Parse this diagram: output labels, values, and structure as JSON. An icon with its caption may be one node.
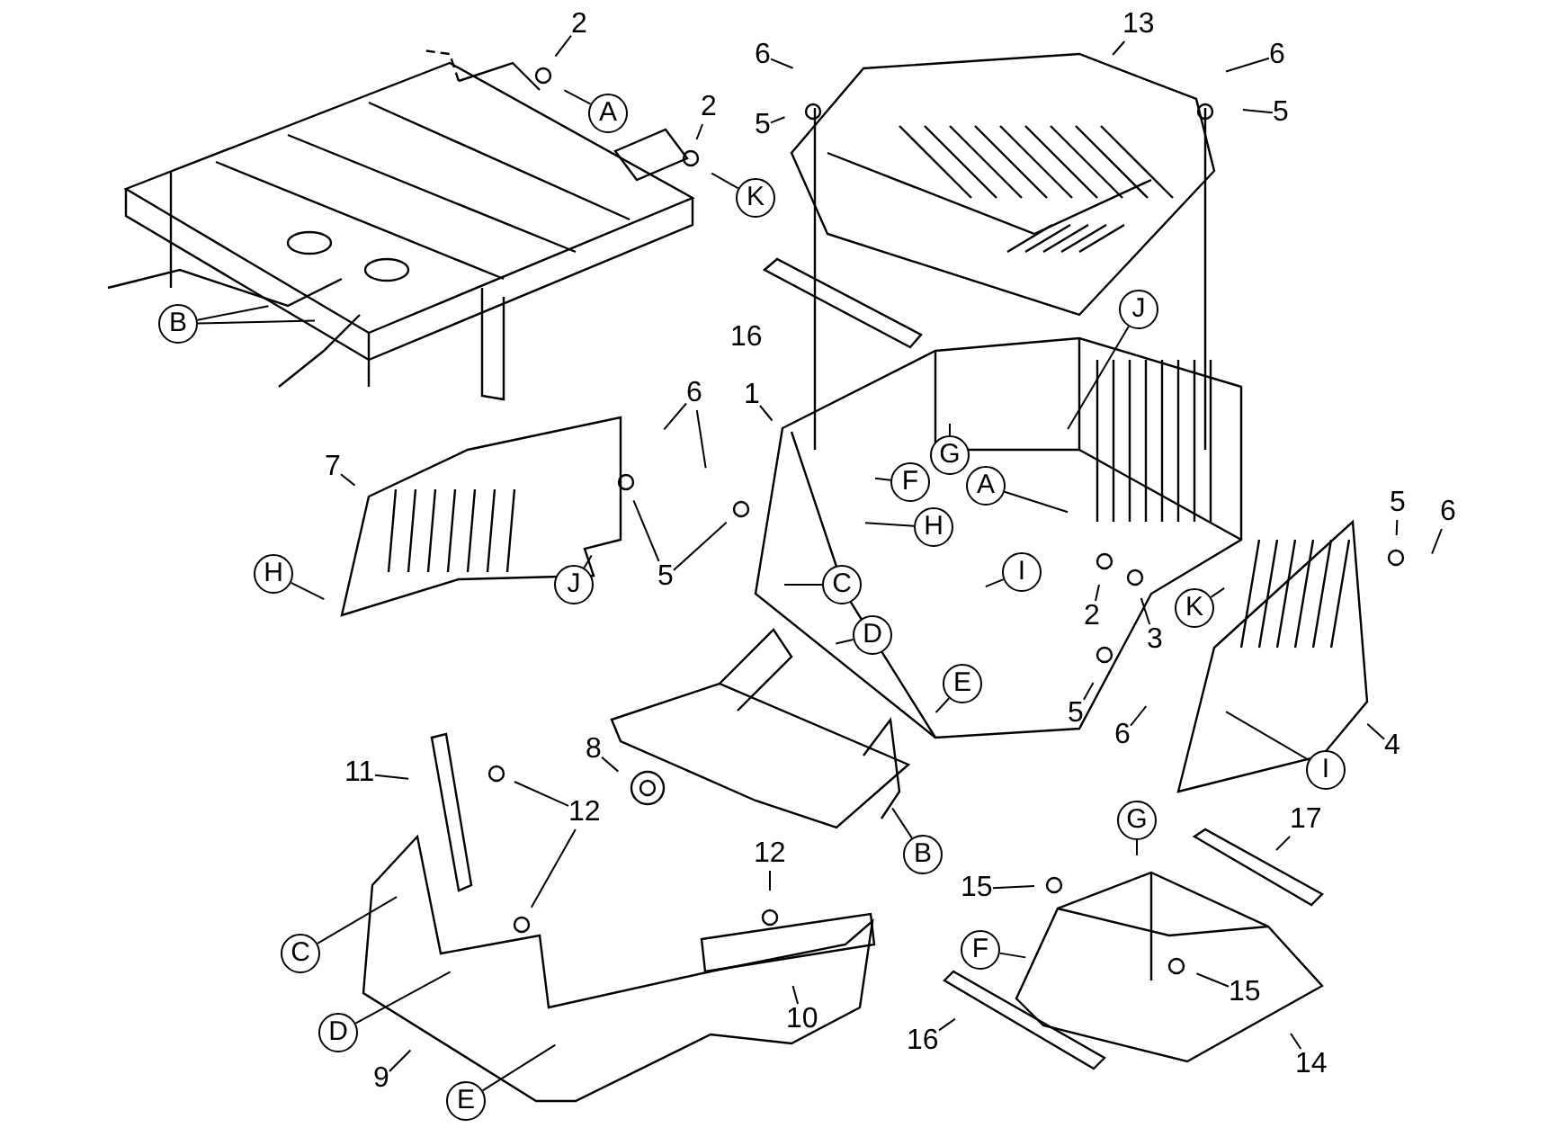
{
  "diagram": {
    "nodes": [
      {
        "text": [
          "2"
        ]
      },
      {
        "text": [
          "13"
        ]
      },
      {
        "text": [
          "6"
        ]
      },
      {
        "text": [
          "6"
        ]
      },
      {
        "text": [
          "A"
        ]
      },
      {
        "text": [
          "2"
        ]
      },
      {
        "text": [
          "5"
        ]
      },
      {
        "text": [
          "5"
        ]
      },
      {
        "text": [
          "K"
        ]
      },
      {
        "text": [
          "J"
        ]
      },
      {
        "text": [
          "B"
        ]
      },
      {
        "text": [
          "6"
        ]
      },
      {
        "text": [
          "1"
        ]
      },
      {
        "text": [
          "G"
        ]
      },
      {
        "text": [
          "7"
        ]
      },
      {
        "text": [
          "F"
        ]
      },
      {
        "text": [
          "A"
        ]
      },
      {
        "text": [
          "5"
        ]
      },
      {
        "text": [
          "6"
        ]
      },
      {
        "text": [
          "H"
        ]
      },
      {
        "text": [
          "I"
        ]
      },
      {
        "text": [
          "H"
        ]
      },
      {
        "text": [
          "5"
        ]
      },
      {
        "text": [
          "C"
        ]
      },
      {
        "text": [
          "J"
        ]
      },
      {
        "text": [
          "K"
        ]
      },
      {
        "text": [
          "2"
        ]
      },
      {
        "text": [
          "3"
        ]
      },
      {
        "text": [
          "D"
        ]
      },
      {
        "text": [
          "E"
        ]
      },
      {
        "text": [
          "5"
        ]
      },
      {
        "text": [
          "6"
        ]
      },
      {
        "text": [
          "4"
        ]
      },
      {
        "text": [
          "8"
        ]
      },
      {
        "text": [
          "I"
        ]
      },
      {
        "text": [
          "11"
        ]
      },
      {
        "text": [
          "12"
        ]
      },
      {
        "text": [
          "G"
        ]
      },
      {
        "text": [
          "17"
        ]
      },
      {
        "text": [
          "B"
        ]
      },
      {
        "text": [
          "12"
        ]
      },
      {
        "text": [
          "15"
        ]
      },
      {
        "text": [
          "F"
        ]
      },
      {
        "text": [
          "C"
        ]
      },
      {
        "text": [
          "15"
        ]
      },
      {
        "text": [
          "10"
        ]
      },
      {
        "text": [
          "D"
        ]
      },
      {
        "text": [
          "16"
        ]
      },
      {
        "text": [
          "14"
        ]
      },
      {
        "text": [
          "9"
        ]
      },
      {
        "text": [
          "E"
        ]
      }
    ],
    "edges": [
      {
        "from": 0,
        "to": null,
        "arrow": "none"
      },
      {
        "from": 1,
        "to": null,
        "arrow": "none"
      },
      {
        "from": 2,
        "to": null,
        "arrow": "none"
      },
      {
        "from": 3,
        "to": null,
        "arrow": "none"
      },
      {
        "from": 4,
        "to": null,
        "arrow": "none"
      },
      {
        "from": 5,
        "to": null,
        "arrow": "none"
      },
      {
        "from": 6,
        "to": null,
        "arrow": "none"
      },
      {
        "from": 7,
        "to": null,
        "arrow": "none"
      },
      {
        "from": 8,
        "to": null,
        "arrow": "none"
      },
      {
        "from": 9,
        "to": null,
        "arrow": "none"
      },
      {
        "from": 10,
        "to": null,
        "arrow": "none"
      },
      {
        "from": 10,
        "to": null,
        "arrow": "none"
      },
      {
        "from": 11,
        "to": null,
        "arrow": "none"
      },
      {
        "from": 11,
        "to": null,
        "arrow": "none"
      },
      {
        "from": 12,
        "to": null,
        "arrow": "none"
      },
      {
        "from": 13,
        "to": null,
        "arrow": "none"
      },
      {
        "from": 14,
        "to": null,
        "arrow": "none"
      },
      {
        "from": 15,
        "to": null,
        "arrow": "none"
      },
      {
        "from": 16,
        "to": null,
        "arrow": "none"
      },
      {
        "from": 17,
        "to": null,
        "arrow": "none"
      },
      {
        "from": 18,
        "to": null,
        "arrow": "none"
      },
      {
        "from": 19,
        "to": null,
        "arrow": "none"
      },
      {
        "from": 20,
        "to": null,
        "arrow": "none"
      },
      {
        "from": 21,
        "to": null,
        "arrow": "none"
      },
      {
        "from": 22,
        "to": null,
        "arrow": "none"
      },
      {
        "from": 22,
        "to": null,
        "arrow": "none"
      },
      {
        "from": 23,
        "to": null,
        "arrow": "none"
      },
      {
        "from": 24,
        "to": null,
        "arrow": "none"
      },
      {
        "from": 25,
        "to": null,
        "arrow": "none"
      },
      {
        "from": 26,
        "to": null,
        "arrow": "none"
      },
      {
        "from": 27,
        "to": null,
        "arrow": "none"
      },
      {
        "from": 28,
        "to": null,
        "arrow": "none"
      },
      {
        "from": 29,
        "to": null,
        "arrow": "none"
      },
      {
        "from": 30,
        "to": null,
        "arrow": "none"
      },
      {
        "from": 31,
        "to": null,
        "arrow": "none"
      },
      {
        "from": 32,
        "to": null,
        "arrow": "none"
      },
      {
        "from": 33,
        "to": null,
        "arrow": "none"
      },
      {
        "from": 34,
        "to": null,
        "arrow": "none"
      },
      {
        "from": 35,
        "to": null,
        "arrow": "none"
      },
      {
        "from": 36,
        "to": null,
        "arrow": "none"
      },
      {
        "from": 36,
        "to": null,
        "arrow": "none"
      },
      {
        "from": 37,
        "to": null,
        "arrow": "none"
      },
      {
        "from": 38,
        "to": null,
        "arrow": "none"
      },
      {
        "from": 39,
        "to": null,
        "arrow": "none"
      },
      {
        "from": 40,
        "to": null,
        "arrow": "none"
      },
      {
        "from": 41,
        "to": null,
        "arrow": "none"
      },
      {
        "from": 42,
        "to": null,
        "arrow": "none"
      },
      {
        "from": 43,
        "to": null,
        "arrow": "none"
      },
      {
        "from": 44,
        "to": null,
        "arrow": "none"
      },
      {
        "from": 45,
        "to": null,
        "arrow": "none"
      },
      {
        "from": 46,
        "to": null,
        "arrow": "none"
      },
      {
        "from": 47,
        "to": null,
        "arrow": "none"
      },
      {
        "from": 48,
        "to": null,
        "arrow": "none"
      },
      {
        "from": 49,
        "to": null,
        "arrow": "none"
      },
      {
        "from": 50,
        "to": null,
        "arrow": "none"
      }
    ],
    "labels": [
      "16"
    ]
  }
}
